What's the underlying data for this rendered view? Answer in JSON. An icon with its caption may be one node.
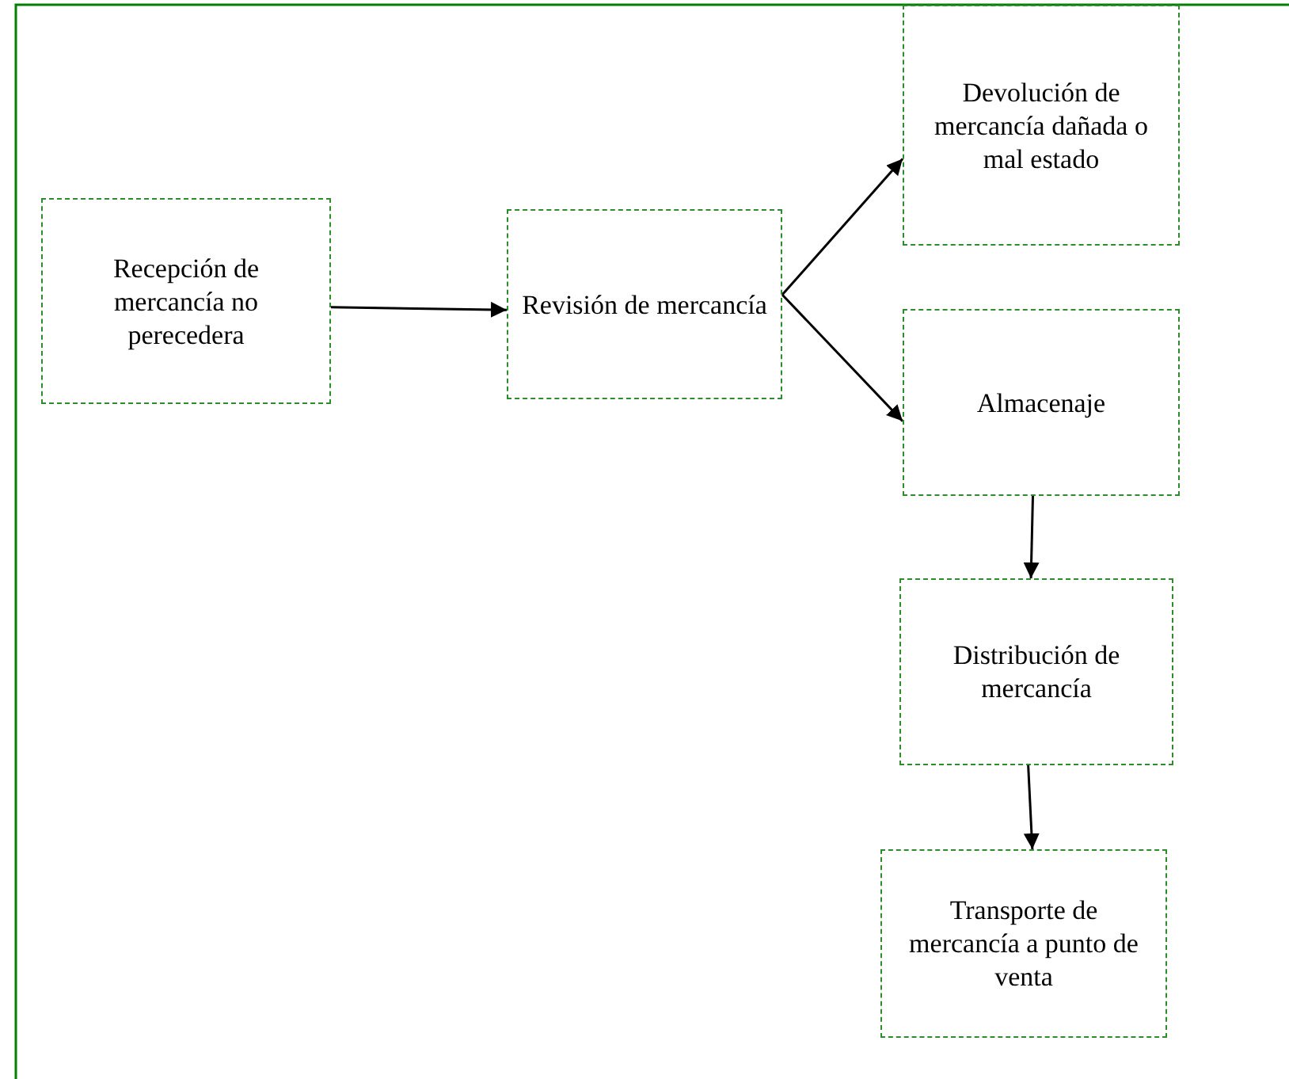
{
  "diagram": {
    "nodes": [
      {
        "text": [
          "Recepción de mercancía no perecedera"
        ]
      },
      {
        "text": [
          "Revisión de mercancía"
        ]
      },
      {
        "text": [
          "Devolución de mercancía dañada o mal estado"
        ]
      },
      {
        "text": [
          "Almacenaje"
        ]
      },
      {
        "text": [
          "Distribución de mercancía"
        ]
      },
      {
        "text": [
          "Transporte de mercancía a punto de venta"
        ]
      }
    ],
    "edges": [
      {
        "from": 0,
        "to": 1,
        "arrow": "to"
      },
      {
        "from": 1,
        "to": 2,
        "arrow": "to"
      },
      {
        "from": 1,
        "to": 3,
        "arrow": "to"
      },
      {
        "from": 3,
        "to": 4,
        "arrow": "to"
      },
      {
        "from": 4,
        "to": 5,
        "arrow": "to"
      }
    ]
  }
}
